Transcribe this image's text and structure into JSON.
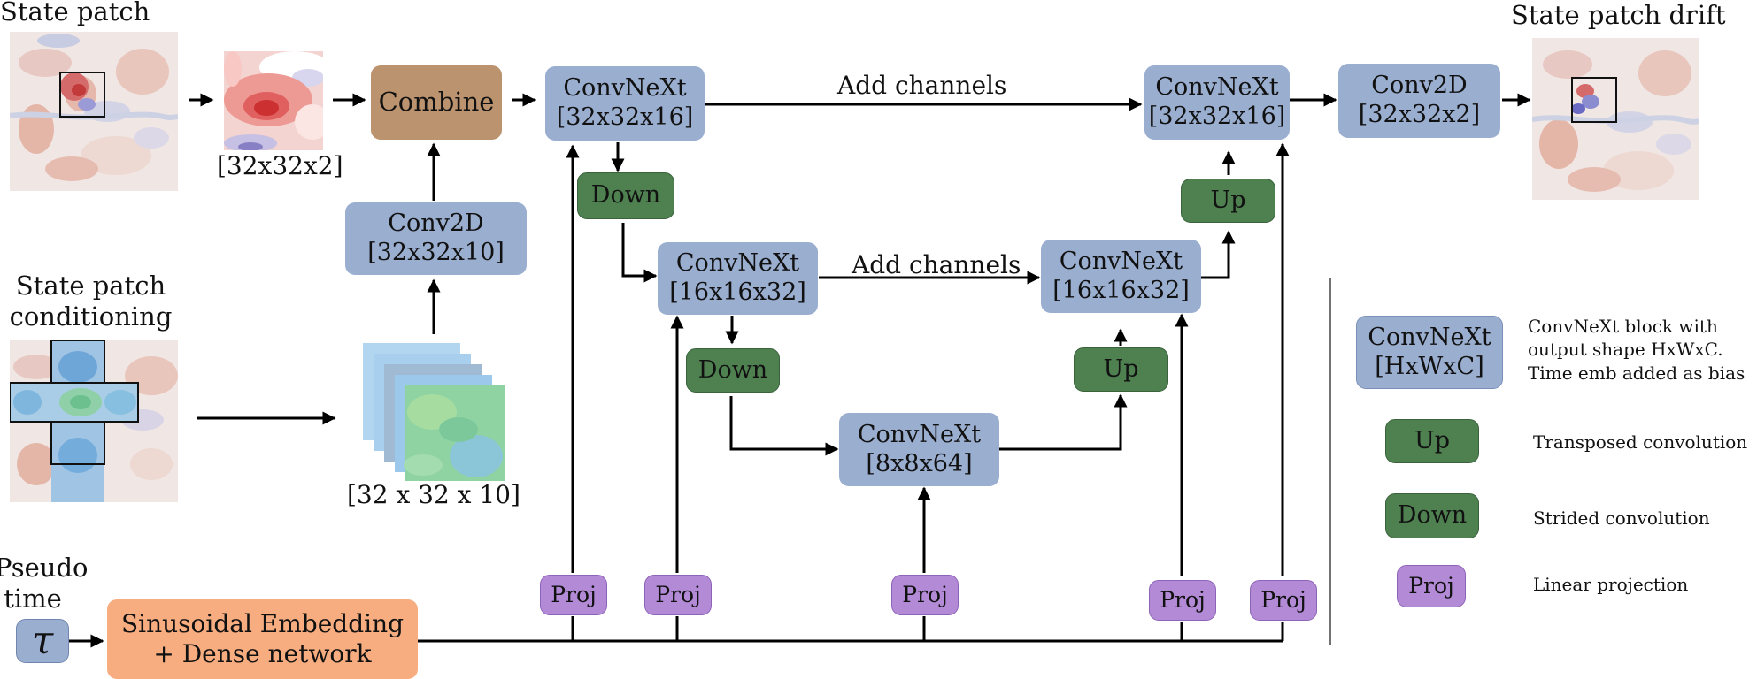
{
  "labels": {
    "state_patch": "State patch",
    "state_patch_drift": "State patch drift",
    "conditioning_line1": "State patch",
    "conditioning_line2": "conditioning",
    "pseudo_line1": "Pseudo",
    "pseudo_line2": "time",
    "shape_input": "[32x32x2]",
    "shape_cond": "[32 x 32 x 10]",
    "add_channels_top": "Add channels",
    "add_channels_mid": "Add channels"
  },
  "tau_symbol": "𝜏",
  "blocks": {
    "combine": "Combine",
    "conv2d_cond": {
      "name": "Conv2D",
      "shape": "[32x32x10]"
    },
    "cnx_enc1": {
      "name": "ConvNeXt",
      "shape": "[32x32x16]"
    },
    "cnx_enc2": {
      "name": "ConvNeXt",
      "shape": "[16x16x32]"
    },
    "cnx_bottleneck": {
      "name": "ConvNeXt",
      "shape": "[8x8x64]"
    },
    "cnx_dec2": {
      "name": "ConvNeXt",
      "shape": "[16x16x32]"
    },
    "cnx_dec1": {
      "name": "ConvNeXt",
      "shape": "[32x32x16]"
    },
    "conv2d_out": {
      "name": "Conv2D",
      "shape": "[32x32x2]"
    },
    "down": "Down",
    "up": "Up",
    "proj": "Proj",
    "embedding_line1": "Sinusoidal Embedding",
    "embedding_line2": "+ Dense network"
  },
  "legend": {
    "convnext": {
      "name": "ConvNeXt",
      "shape": "[HxWxC]",
      "desc_line1": "ConvNeXt block with",
      "desc_line2": "output shape HxWxC.",
      "desc_line3": "Time emb added as bias"
    },
    "up": {
      "name": "Up",
      "desc": "Transposed convolution"
    },
    "down": {
      "name": "Down",
      "desc": "Strided convolution"
    },
    "proj": {
      "name": "Proj",
      "desc": "Linear projection"
    }
  },
  "colors": {
    "convnext": "#9aaed0",
    "up_down": "#4e8050",
    "proj": "#b38ad6",
    "combine": "#bc936f",
    "embedding": "#f8ad80"
  }
}
